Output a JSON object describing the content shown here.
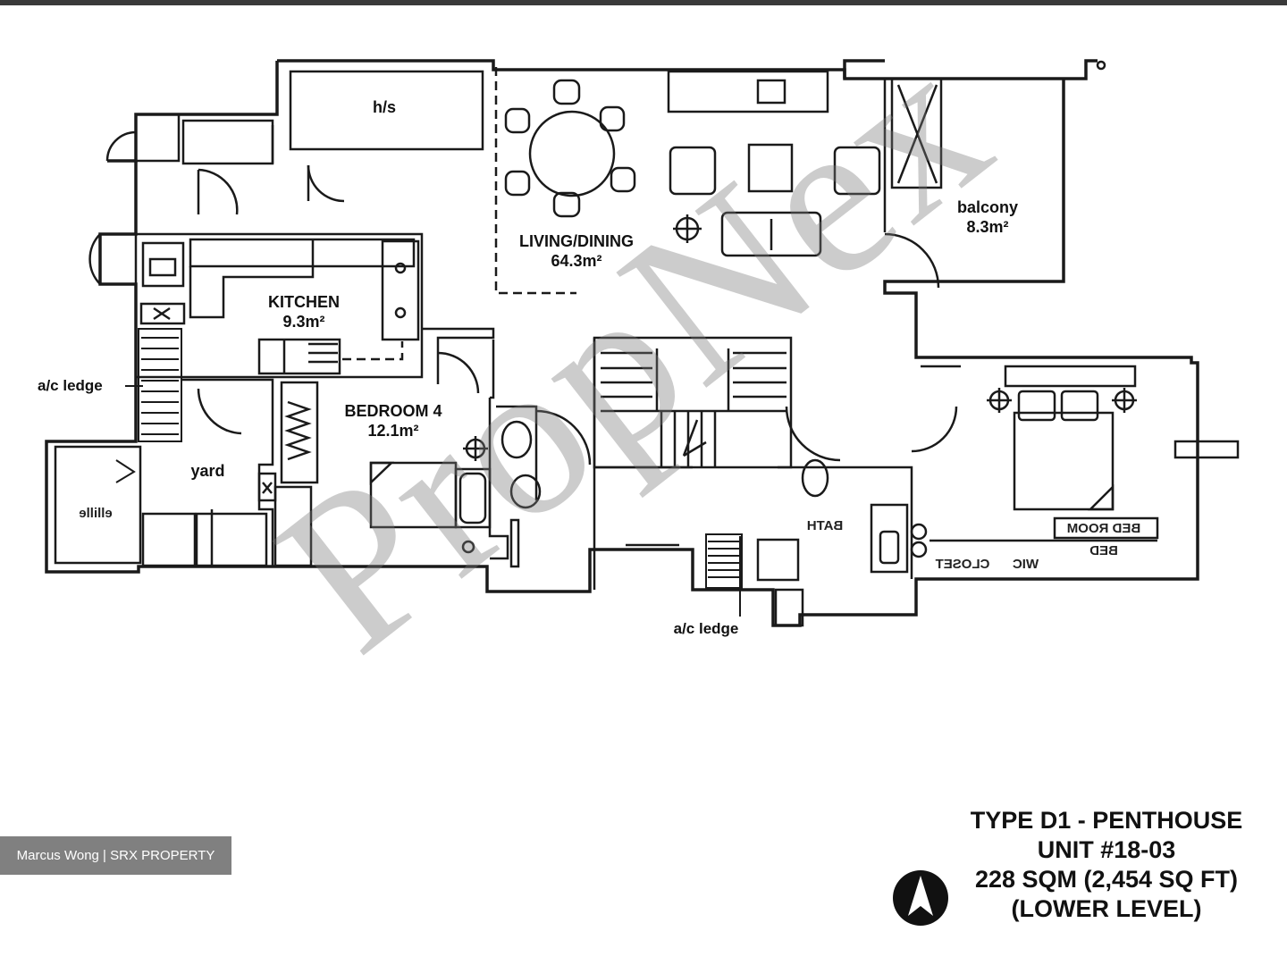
{
  "rooms": {
    "hs": "h/s",
    "living_dining": {
      "name": "LIVING/DINING",
      "area": "64.3m²"
    },
    "balcony": {
      "name": "balcony",
      "area": "8.3m²"
    },
    "kitchen": {
      "name": "KITCHEN",
      "area": "9.3m²"
    },
    "bedroom4": {
      "name": "BEDROOM 4",
      "area": "12.1m²"
    },
    "yard": "yard"
  },
  "ledges": {
    "ac_ledge_left": "a/c ledge",
    "ac_ledge_bottom": "a/c ledge"
  },
  "mirrored_labels": {
    "wc": "ellille",
    "bath": "BATH",
    "closet_left": "CLOSET",
    "closet_right": "WIC",
    "bedroom": "BED ROOM",
    "bed": "BED"
  },
  "unit_info": {
    "line1": "TYPE D1 - PENTHOUSE",
    "line2": "UNIT #18-03",
    "line3": "228 SQM (2,454 SQ FT)",
    "line4": "(LOWER LEVEL)"
  },
  "credit": "Marcus Wong | SRX PROPERTY",
  "watermark": "PropNex",
  "colors": {
    "line": "#1a1a1a",
    "watermark": "#8a8a8a",
    "credit_bg": "#6e6e6e"
  },
  "icons": {
    "north": "north-arrow-icon"
  }
}
